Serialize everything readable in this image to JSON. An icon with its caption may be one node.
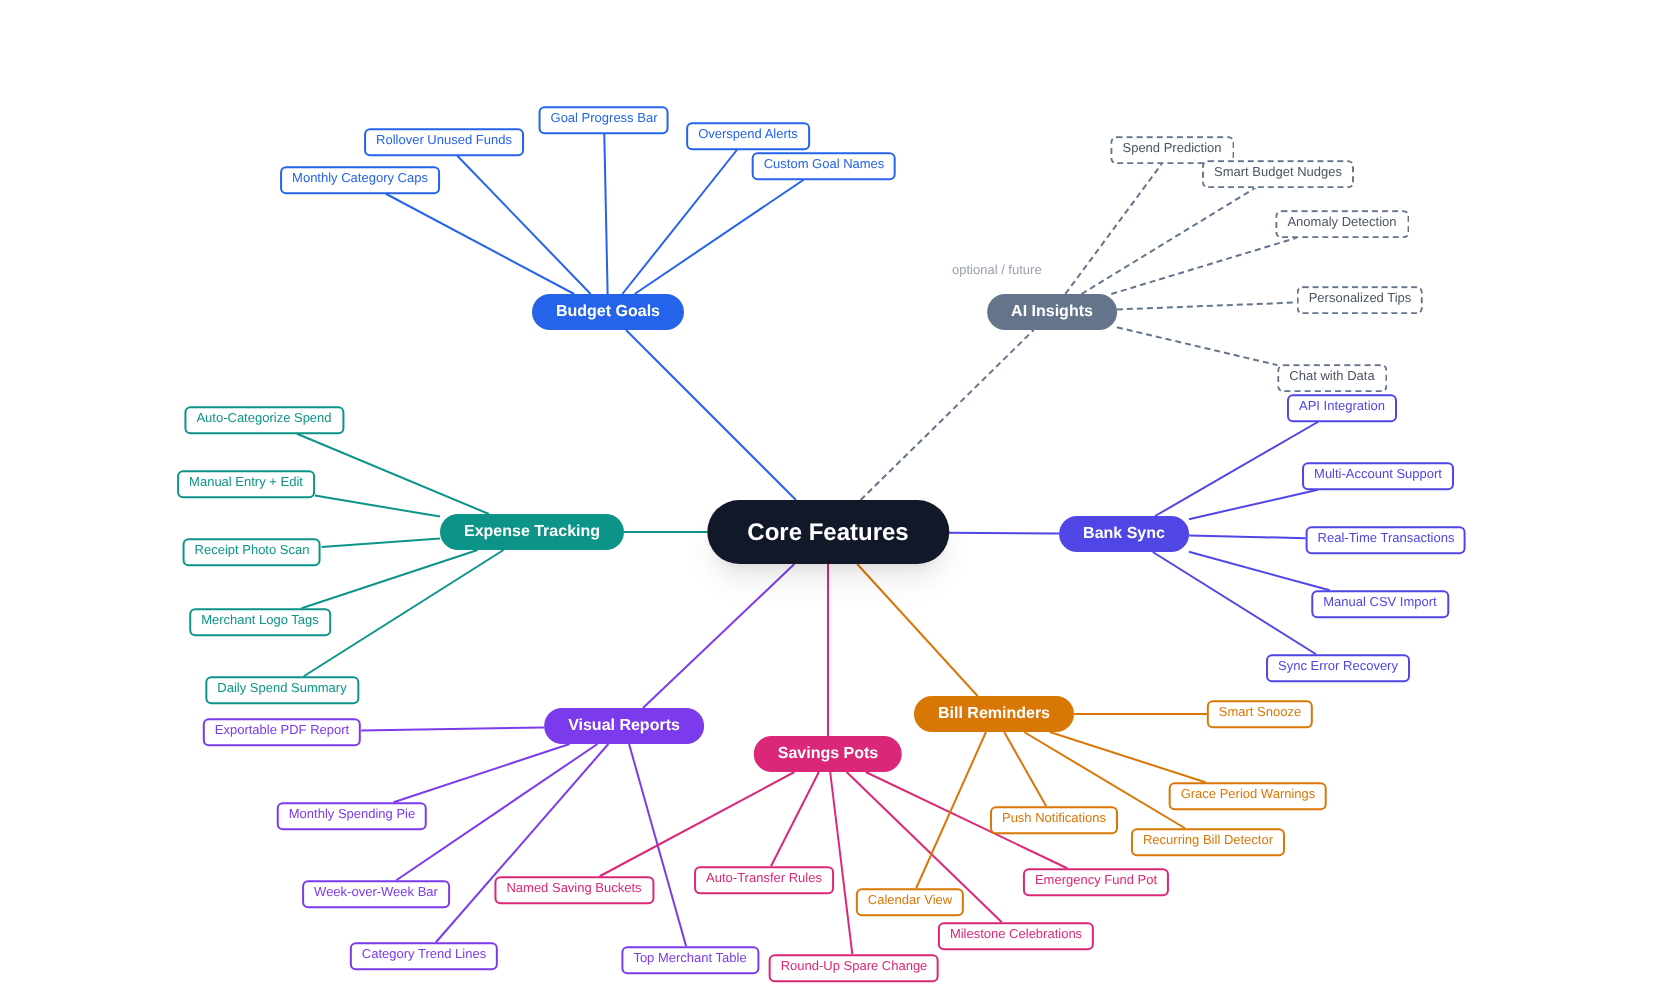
{
  "diagram": {
    "nodes": [
      {
        "text": [
          "Core Features"
        ]
      },
      {
        "text": [
          "Budget Goals"
        ]
      },
      {
        "text": [
          "Monthly Category Caps"
        ]
      },
      {
        "text": [
          "Rollover Unused Funds"
        ]
      },
      {
        "text": [
          "Goal Progress Bar"
        ]
      },
      {
        "text": [
          "Overspend Alerts"
        ]
      },
      {
        "text": [
          "Custom Goal Names"
        ]
      },
      {
        "text": [
          "AI Insights"
        ]
      },
      {
        "text": [
          "Spend Prediction"
        ]
      },
      {
        "text": [
          "Smart Budget Nudges"
        ]
      },
      {
        "text": [
          "Anomaly Detection"
        ]
      },
      {
        "text": [
          "Personalized Tips"
        ]
      },
      {
        "text": [
          "Chat with Data"
        ]
      },
      {
        "text": [
          "Bank Sync"
        ]
      },
      {
        "text": [
          "API Integration"
        ]
      },
      {
        "text": [
          "Multi-Account Support"
        ]
      },
      {
        "text": [
          "Real-Time Transactions"
        ]
      },
      {
        "text": [
          "Manual CSV Import"
        ]
      },
      {
        "text": [
          "Sync Error Recovery"
        ]
      },
      {
        "text": [
          "Expense Tracking"
        ]
      },
      {
        "text": [
          "Auto-Categorize Spend"
        ]
      },
      {
        "text": [
          "Manual Entry + Edit"
        ]
      },
      {
        "text": [
          "Receipt Photo Scan"
        ]
      },
      {
        "text": [
          "Merchant Logo Tags"
        ]
      },
      {
        "text": [
          "Daily Spend Summary"
        ]
      },
      {
        "text": [
          "Visual Reports"
        ]
      },
      {
        "text": [
          "Exportable PDF Report"
        ]
      },
      {
        "text": [
          "Monthly Spending Pie"
        ]
      },
      {
        "text": [
          "Week-over-Week Bar"
        ]
      },
      {
        "text": [
          "Category Trend Lines"
        ]
      },
      {
        "text": [
          "Top Merchant Table"
        ]
      },
      {
        "text": [
          "Savings Pots"
        ]
      },
      {
        "text": [
          "Named Saving Buckets"
        ]
      },
      {
        "text": [
          "Auto-Transfer Rules"
        ]
      },
      {
        "text": [
          "Round-Up Spare Change"
        ]
      },
      {
        "text": [
          "Milestone Celebrations"
        ]
      },
      {
        "text": [
          "Emergency Fund Pot"
        ]
      },
      {
        "text": [
          "Bill Reminders"
        ]
      },
      {
        "text": [
          "Smart Snooze"
        ]
      },
      {
        "text": [
          "Grace Period Warnings"
        ]
      },
      {
        "text": [
          "Recurring Bill Detector"
        ]
      },
      {
        "text": [
          "Push Notifications"
        ]
      },
      {
        "text": [
          "Calendar View"
        ]
      }
    ],
    "edges": [
      {
        "from": 0,
        "to": 1,
        "arrow": "none",
        "color": "#2563eb"
      },
      {
        "from": 1,
        "to": 2,
        "arrow": "none",
        "color": "#2563eb"
      },
      {
        "from": 1,
        "to": 3,
        "arrow": "none",
        "color": "#2563eb"
      },
      {
        "from": 1,
        "to": 4,
        "arrow": "none",
        "color": "#2563eb"
      },
      {
        "from": 1,
        "to": 5,
        "arrow": "none",
        "color": "#2563eb"
      },
      {
        "from": 1,
        "to": 6,
        "arrow": "none",
        "color": "#2563eb"
      },
      {
        "from": 0,
        "to": 7,
        "arrow": "none",
        "style": "dashed",
        "color": "#64748b"
      },
      {
        "from": 7,
        "to": 8,
        "arrow": "none",
        "style": "dashed",
        "color": "#64748b"
      },
      {
        "from": 7,
        "to": 9,
        "arrow": "none",
        "style": "dashed",
        "color": "#64748b"
      },
      {
        "from": 7,
        "to": 10,
        "arrow": "none",
        "style": "dashed",
        "color": "#64748b"
      },
      {
        "from": 7,
        "to": 11,
        "arrow": "none",
        "style": "dashed",
        "color": "#64748b"
      },
      {
        "from": 7,
        "to": 12,
        "arrow": "none",
        "style": "dashed",
        "color": "#64748b"
      },
      {
        "from": 0,
        "to": 13,
        "arrow": "none",
        "color": "#4f46e5"
      },
      {
        "from": 13,
        "to": 14,
        "arrow": "none",
        "color": "#4f46e5"
      },
      {
        "from": 13,
        "to": 15,
        "arrow": "none",
        "color": "#4f46e5"
      },
      {
        "from": 13,
        "to": 16,
        "arrow": "none",
        "color": "#4f46e5"
      },
      {
        "from": 13,
        "to": 17,
        "arrow": "none",
        "color": "#4f46e5"
      },
      {
        "from": 13,
        "to": 18,
        "arrow": "none",
        "color": "#4f46e5"
      },
      {
        "from": 0,
        "to": 19,
        "arrow": "none",
        "color": "#0d9488"
      },
      {
        "from": 19,
        "to": 20,
        "arrow": "none",
        "color": "#0d9488"
      },
      {
        "from": 19,
        "to": 21,
        "arrow": "none",
        "color": "#0d9488"
      },
      {
        "from": 19,
        "to": 22,
        "arrow": "none",
        "color": "#0d9488"
      },
      {
        "from": 19,
        "to": 23,
        "arrow": "none",
        "color": "#0d9488"
      },
      {
        "from": 19,
        "to": 24,
        "arrow": "none",
        "color": "#0d9488"
      },
      {
        "from": 0,
        "to": 25,
        "arrow": "none",
        "color": "#7c3aed"
      },
      {
        "from": 25,
        "to": 26,
        "arrow": "none",
        "color": "#7c3aed"
      },
      {
        "from": 25,
        "to": 27,
        "arrow": "none",
        "color": "#7c3aed"
      },
      {
        "from": 25,
        "to": 28,
        "arrow": "none",
        "color": "#7c3aed"
      },
      {
        "from": 25,
        "to": 29,
        "arrow": "none",
        "color": "#7c3aed"
      },
      {
        "from": 25,
        "to": 30,
        "arrow": "none",
        "color": "#7c3aed"
      },
      {
        "from": 0,
        "to": 31,
        "arrow": "none",
        "color": "#db2777"
      },
      {
        "from": 31,
        "to": 32,
        "arrow": "none",
        "color": "#db2777"
      },
      {
        "from": 31,
        "to": 33,
        "arrow": "none",
        "color": "#db2777"
      },
      {
        "from": 31,
        "to": 34,
        "arrow": "none",
        "color": "#db2777"
      },
      {
        "from": 31,
        "to": 35,
        "arrow": "none",
        "color": "#db2777"
      },
      {
        "from": 31,
        "to": 36,
        "arrow": "none",
        "color": "#db2777"
      },
      {
        "from": 0,
        "to": 37,
        "arrow": "none",
        "color": "#d97706"
      },
      {
        "from": 37,
        "to": 38,
        "arrow": "none",
        "color": "#d97706"
      },
      {
        "from": 37,
        "to": 39,
        "arrow": "none",
        "color": "#d97706"
      },
      {
        "from": 37,
        "to": 40,
        "arrow": "none",
        "color": "#d97706"
      },
      {
        "from": 37,
        "to": 41,
        "arrow": "none",
        "color": "#d97706"
      },
      {
        "from": 37,
        "to": 42,
        "arrow": "none",
        "color": "#d97706"
      }
    ],
    "labels": [
      "optional / future"
    ]
  }
}
